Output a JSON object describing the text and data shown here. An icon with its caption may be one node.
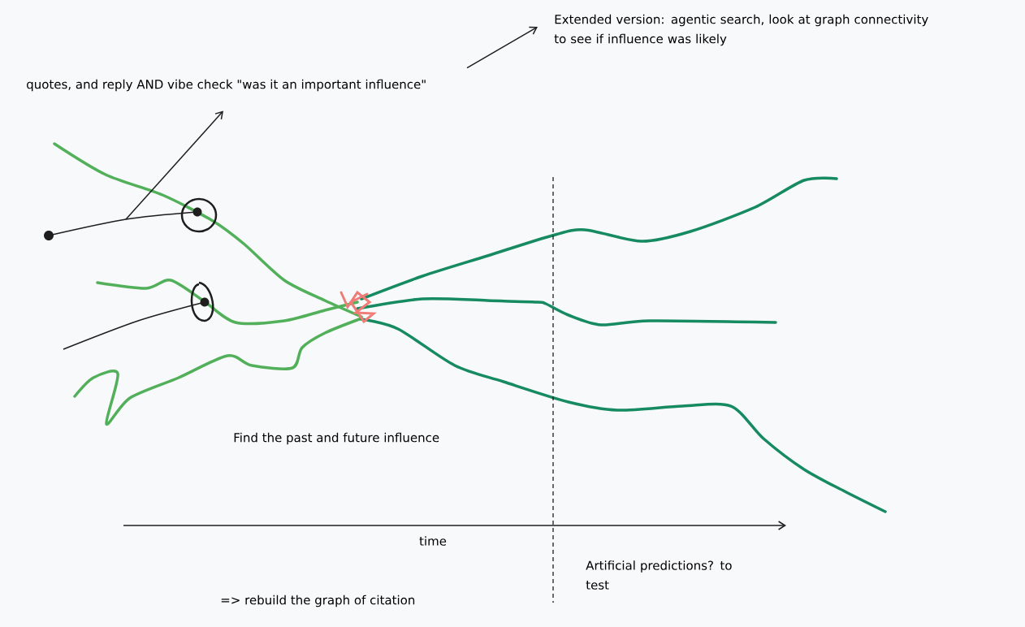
{
  "diagram": {
    "nodes": [
      {
        "text": [
          "quotes, and reply AND vibe check \"was it an important influence\""
        ]
      },
      {
        "text": [
          "Extended version: agentic search, look at graph connectivity to see if influence was likely"
        ]
      }
    ],
    "edges": [
      {
        "from": null,
        "to": 0,
        "arrow": "to"
      },
      {
        "from": 0,
        "to": 1,
        "arrow": "to"
      }
    ],
    "labels": [
      "Find the past and future influence",
      "time",
      "Artificial predictions? to test",
      "=> rebuild the graph of citation"
    ]
  }
}
